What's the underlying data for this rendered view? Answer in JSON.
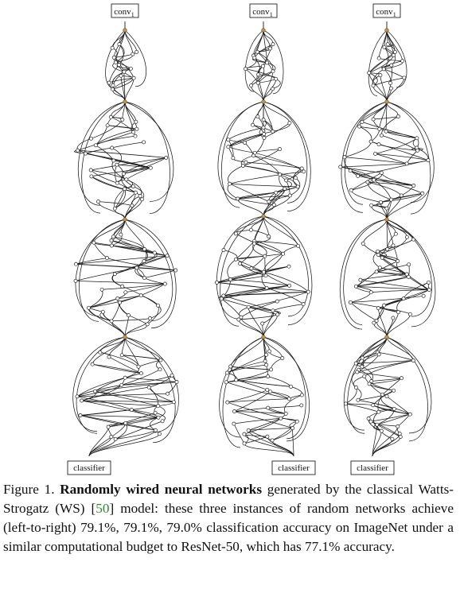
{
  "figure": {
    "networks": [
      {
        "top_label": "conv",
        "top_sub": "1",
        "bottom_label": "classifier"
      },
      {
        "top_label": "conv",
        "top_sub": "1",
        "bottom_label": "classifier"
      },
      {
        "top_label": "conv",
        "top_sub": "1",
        "bottom_label": "classifier"
      }
    ],
    "colors": {
      "edge": "#1a1a1a",
      "node_fill": "#ffffff",
      "hub_fill": "#c8914a"
    }
  },
  "caption": {
    "prefix": "Figure 1. ",
    "bold": "Randomly wired neural networks",
    "part1": " generated by the classical Watts-Strogatz (WS) ",
    "cite_open": "[",
    "cite_num": "50",
    "cite_close": "]",
    "part2": " model: these three instances of random networks achieve (left-to-right) 79.1%, 79.1%, 79.0% classification accuracy on ImageNet under a similar computational budget to ResNet-50, which has 77.1% accuracy."
  }
}
